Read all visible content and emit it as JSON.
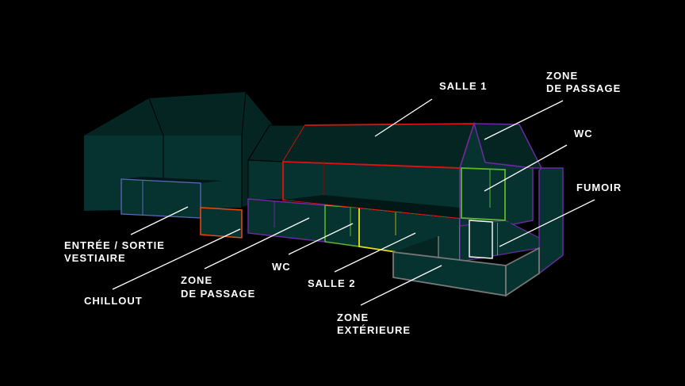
{
  "labels": {
    "salle1": "SALLE 1",
    "zone_passage_top": [
      "ZONE",
      "DE PASSAGE"
    ],
    "wc_top": "WC",
    "fumoir": "FUMOIR",
    "entree": [
      "ENTRÉE / SORTIE",
      "VESTIAIRE"
    ],
    "chillout": "CHILLOUT",
    "zone_passage_bottom": [
      "ZONE",
      "DE PASSAGE"
    ],
    "wc_bottom": "WC",
    "salle2": "SALLE 2",
    "zone_exterieure": [
      "ZONE",
      "EXTÉRIEURE"
    ]
  },
  "colors": {
    "salle1": "#e01010",
    "zone_passage": "#6a2aa0",
    "wc": "#5cb82a",
    "fumoir": "#ffffff",
    "entree": "#5a6ab8",
    "chillout": "#e84a10",
    "salle2": "#e8e010",
    "zone_exterieure": "#777777"
  }
}
